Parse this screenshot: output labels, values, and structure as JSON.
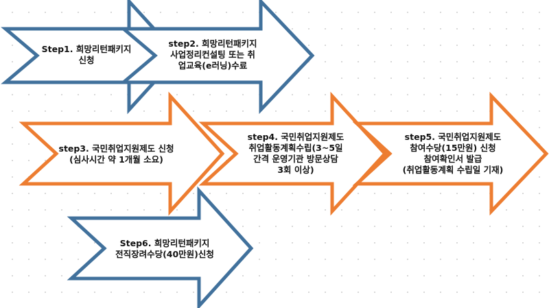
{
  "colors": {
    "blue": "#41719c",
    "orange": "#ed7d31",
    "fill": "#ffffff",
    "text": "#111111"
  },
  "steps": [
    {
      "id": "step1",
      "color": "blue",
      "lines": [
        "Step1. 희망리턴패키지",
        "신청"
      ]
    },
    {
      "id": "step2",
      "color": "blue",
      "lines": [
        "step2. 희망리턴패키지",
        "사업정리컨설팅 또는 취",
        "업교육(e러닝)수료"
      ]
    },
    {
      "id": "step3",
      "color": "orange",
      "lines": [
        "step3. 국민취업지원제도 신청",
        "(심사시간 약 1개월 소요)"
      ]
    },
    {
      "id": "step4",
      "color": "orange",
      "lines": [
        "step4. 국민취업지원제도",
        "취업활동계획수립(3~5일",
        "간격 운영기관 방문상담",
        "3회 이상)"
      ]
    },
    {
      "id": "step5",
      "color": "orange",
      "lines": [
        "step5. 국민취업지원제도",
        "참여수당(15만원) 신청",
        "참여확인서 발급",
        "(취업활동계획 수립일 기재)"
      ]
    },
    {
      "id": "step6",
      "color": "blue",
      "lines": [
        "Step6. 희망리턴패키지",
        "전직장려수당(40만원)신청"
      ]
    }
  ]
}
